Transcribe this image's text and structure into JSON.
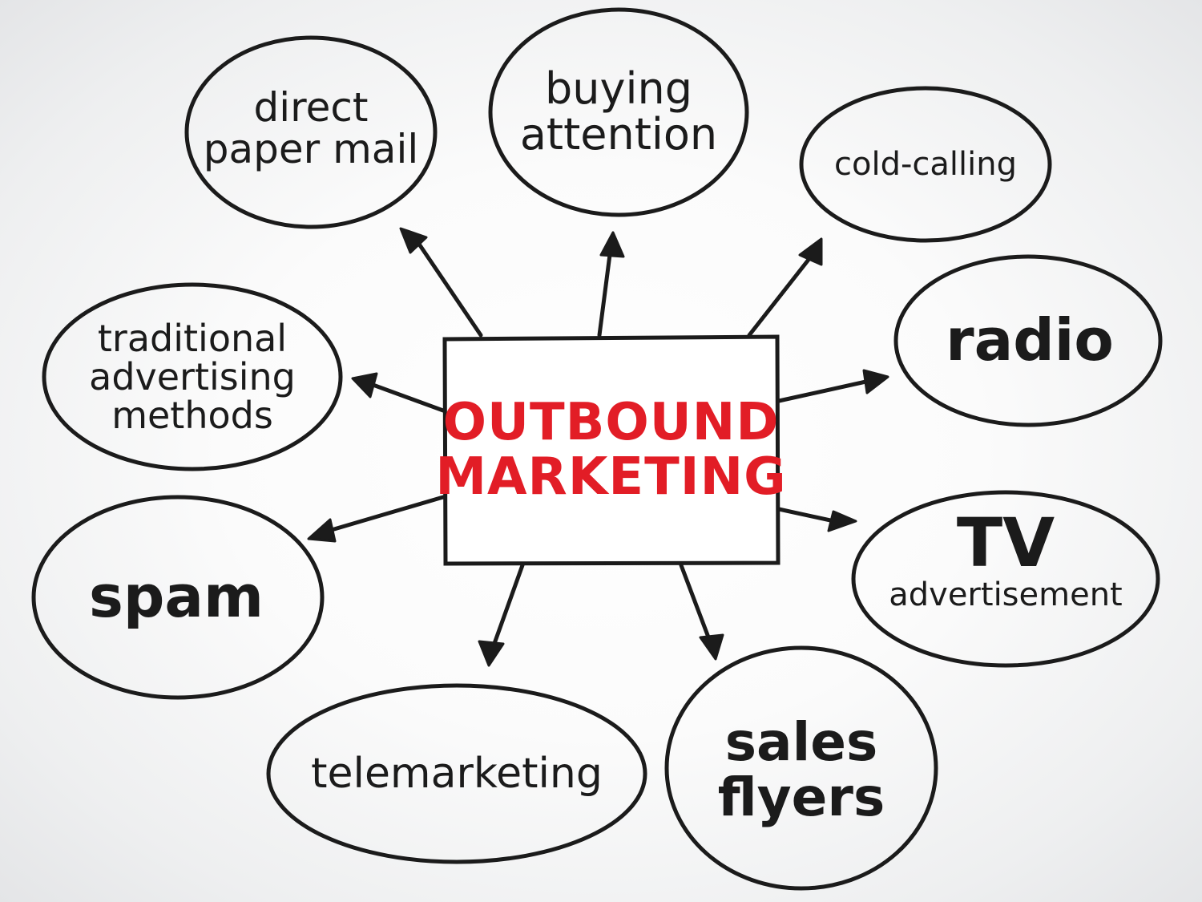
{
  "diagram": {
    "type": "mind-map",
    "center": {
      "lines": [
        "OUTBOUND",
        "MARKETING"
      ],
      "color": "#e21d26"
    },
    "stroke_color": "#1b1b1b",
    "nodes": [
      {
        "id": "direct-paper-mail",
        "lines": [
          "direct",
          "paper mail"
        ]
      },
      {
        "id": "buying-attention",
        "lines": [
          "buying",
          "attention"
        ]
      },
      {
        "id": "cold-calling",
        "lines": [
          "cold-calling"
        ]
      },
      {
        "id": "traditional-advertising-methods",
        "lines": [
          "traditional",
          "advertising",
          "methods"
        ]
      },
      {
        "id": "radio",
        "lines": [
          "radio"
        ]
      },
      {
        "id": "spam",
        "lines": [
          "spam"
        ]
      },
      {
        "id": "tv-advertisement",
        "lines": [
          "TV",
          "advertisement"
        ]
      },
      {
        "id": "telemarketing",
        "lines": [
          "telemarketing"
        ]
      },
      {
        "id": "sales-flyers",
        "lines": [
          "sales",
          "flyers"
        ]
      }
    ]
  }
}
